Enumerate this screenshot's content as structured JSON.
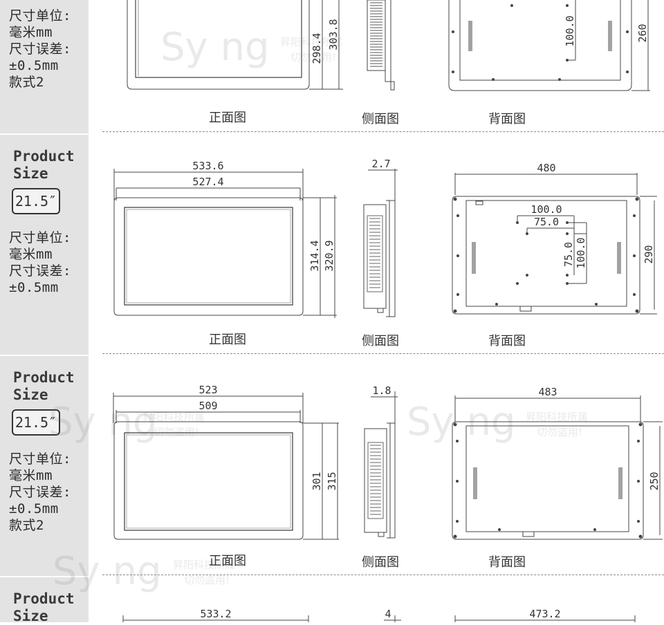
{
  "sidebar": {
    "sections": [
      {
        "lines": [
          "尺寸单位:",
          "毫米mm",
          "尺寸误差:",
          "±0.5mm",
          "款式2"
        ]
      },
      {
        "title_line1": "Product",
        "title_line2": "Size",
        "badge": "21.5″",
        "lines": [
          "尺寸单位:",
          "毫米mm",
          "尺寸误差:",
          "±0.5mm"
        ]
      },
      {
        "title_line1": "Product",
        "title_line2": "Size",
        "badge": "21.5″",
        "lines": [
          "尺寸单位:",
          "毫米mm",
          "尺寸误差:",
          "±0.5mm",
          "款式2"
        ]
      },
      {
        "title_line1": "Product",
        "title_line2": "Size"
      }
    ]
  },
  "captions": {
    "front": "正面图",
    "side": "侧面图",
    "back": "背面图"
  },
  "watermark": {
    "brand": "Sy ng",
    "line1": "昇阳科技所属",
    "line2": "切勿盗用!"
  },
  "row1": {
    "front_h1": "298.4",
    "front_h2": "303.8",
    "back_inner": "100.0",
    "back_h": "260"
  },
  "row2": {
    "front_w1": "533.6",
    "front_w2": "527.4",
    "front_h1": "314.4",
    "front_h2": "320.9",
    "side_d": "2.7",
    "back_w": "480",
    "back_vesa_w1": "100.0",
    "back_vesa_w2": "75.0",
    "back_vesa_h1": "75.0",
    "back_vesa_h2": "100.0",
    "back_h": "290"
  },
  "row3": {
    "front_w1": "523",
    "front_w2": "509",
    "front_h1": "301",
    "front_h2": "315",
    "side_d": "1.8",
    "back_w": "483",
    "back_h": "250"
  },
  "row4": {
    "front_w1": "533.2",
    "side_d": "4",
    "back_w": "473.2"
  }
}
